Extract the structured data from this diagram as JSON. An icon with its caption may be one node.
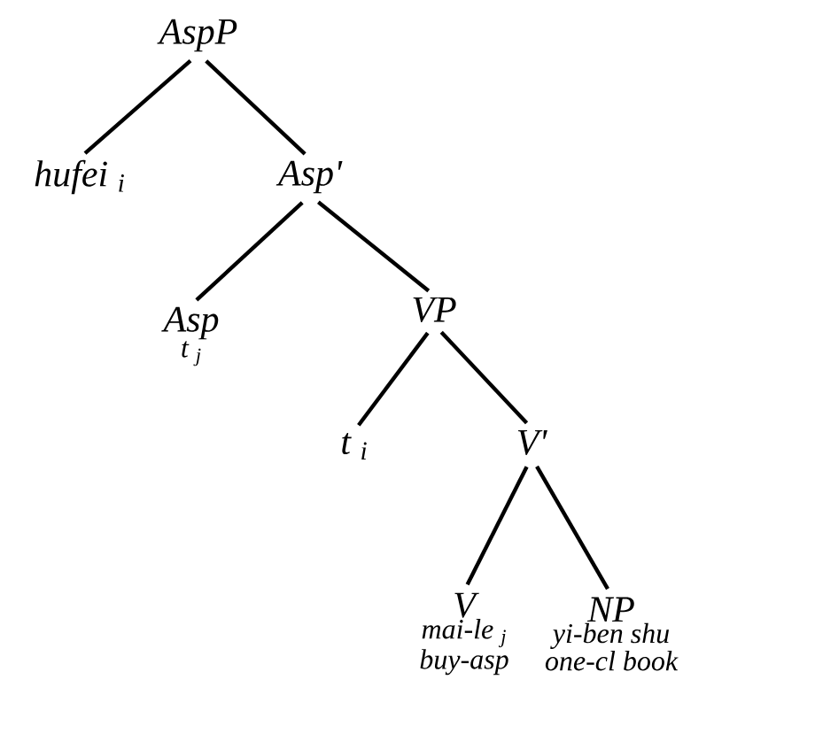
{
  "diagram": {
    "nodes": [
      {
        "text": [
          "AspP"
        ]
      },
      {
        "text": [
          "hufei $_{i}$"
        ]
      },
      {
        "text": [
          "Asp'"
        ]
      },
      {
        "text": [
          "Asp",
          "t $_{j}$"
        ]
      },
      {
        "text": [
          "VP"
        ]
      },
      {
        "text": [
          "t $_{i}$"
        ]
      },
      {
        "text": [
          "V'"
        ]
      },
      {
        "text": [
          "V",
          "mai-le $_{j}$",
          "buy-asp"
        ]
      },
      {
        "text": [
          "NP",
          "yi-ben shu",
          "one-cl book"
        ]
      }
    ],
    "edges": [
      {
        "from": 0,
        "to": 1,
        "arrow": "none"
      },
      {
        "from": 0,
        "to": 2,
        "arrow": "none"
      },
      {
        "from": 2,
        "to": 3,
        "arrow": "none"
      },
      {
        "from": 2,
        "to": 4,
        "arrow": "none"
      },
      {
        "from": 4,
        "to": 5,
        "arrow": "none"
      },
      {
        "from": 4,
        "to": 6,
        "arrow": "none"
      },
      {
        "from": 6,
        "to": 7,
        "arrow": "none"
      },
      {
        "from": 6,
        "to": 8,
        "arrow": "none"
      }
    ]
  }
}
